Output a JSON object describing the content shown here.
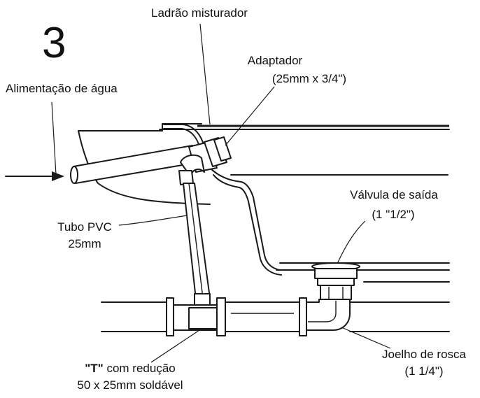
{
  "step_number": "3",
  "labels": {
    "ladrao": "Ladrão misturador",
    "adaptador_line1": "Adaptador",
    "adaptador_line2": "(25mm x 3/4\")",
    "alimentacao": "Alimentação de água",
    "valvula_line1": "Válvula de saída",
    "valvula_line2": "(1 \"1/2\")",
    "tubo_line1": "Tubo PVC",
    "tubo_line2": "25mm",
    "tee_line1_bold": "\"T\"",
    "tee_line1_rest": " com redução",
    "tee_line2": "50 x 25mm soldável",
    "joelho_line1": "Joelho de rosca",
    "joelho_line2": "(1 1/4\")"
  },
  "colors": {
    "ink": "#1a1a1a",
    "background": "#ffffff"
  }
}
